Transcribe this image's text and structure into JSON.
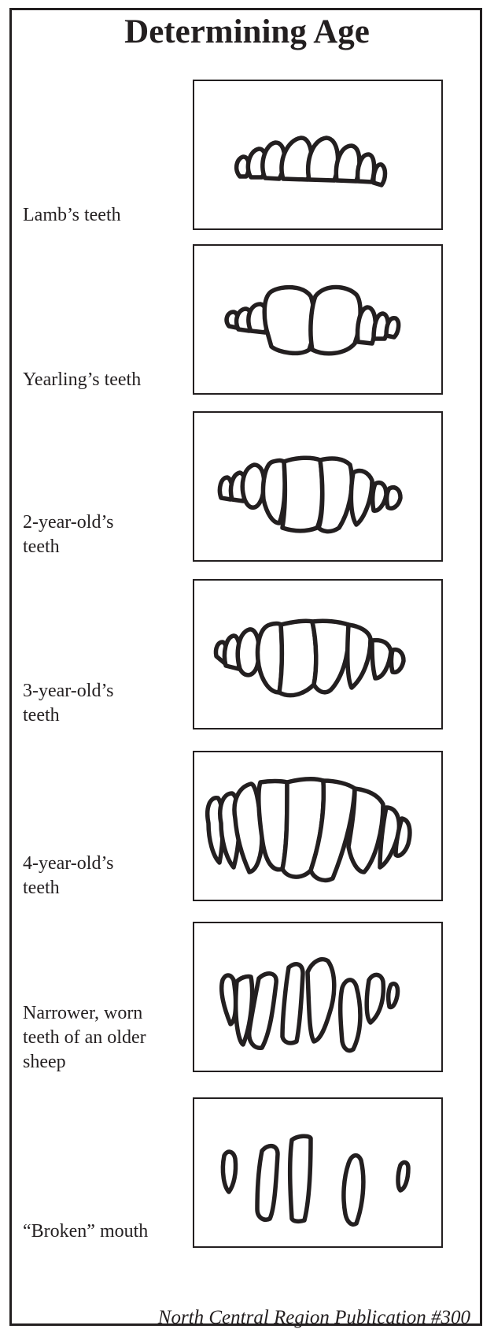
{
  "title": "Determining Age",
  "stages": [
    {
      "label_lines": [
        "Lamb’s teeth"
      ],
      "icon": "lamb-teeth-icon"
    },
    {
      "label_lines": [
        "Yearling’s teeth"
      ],
      "icon": "yearling-teeth-icon"
    },
    {
      "label_lines": [
        "2-year-old’s",
        "teeth"
      ],
      "icon": "two-year-old-teeth-icon"
    },
    {
      "label_lines": [
        "3-year-old’s",
        "teeth"
      ],
      "icon": "three-year-old-teeth-icon"
    },
    {
      "label_lines": [
        "4-year-old’s",
        "teeth"
      ],
      "icon": "four-year-old-teeth-icon"
    },
    {
      "label_lines": [
        "Narrower, worn",
        "teeth of an older",
        "sheep"
      ],
      "icon": "older-sheep-teeth-icon"
    },
    {
      "label_lines": [
        "“Broken” mouth"
      ],
      "icon": "broken-mouth-teeth-icon"
    }
  ],
  "footer": "North Central Region Publication #300",
  "colors": {
    "ink": "#231f20",
    "background": "#ffffff"
  }
}
